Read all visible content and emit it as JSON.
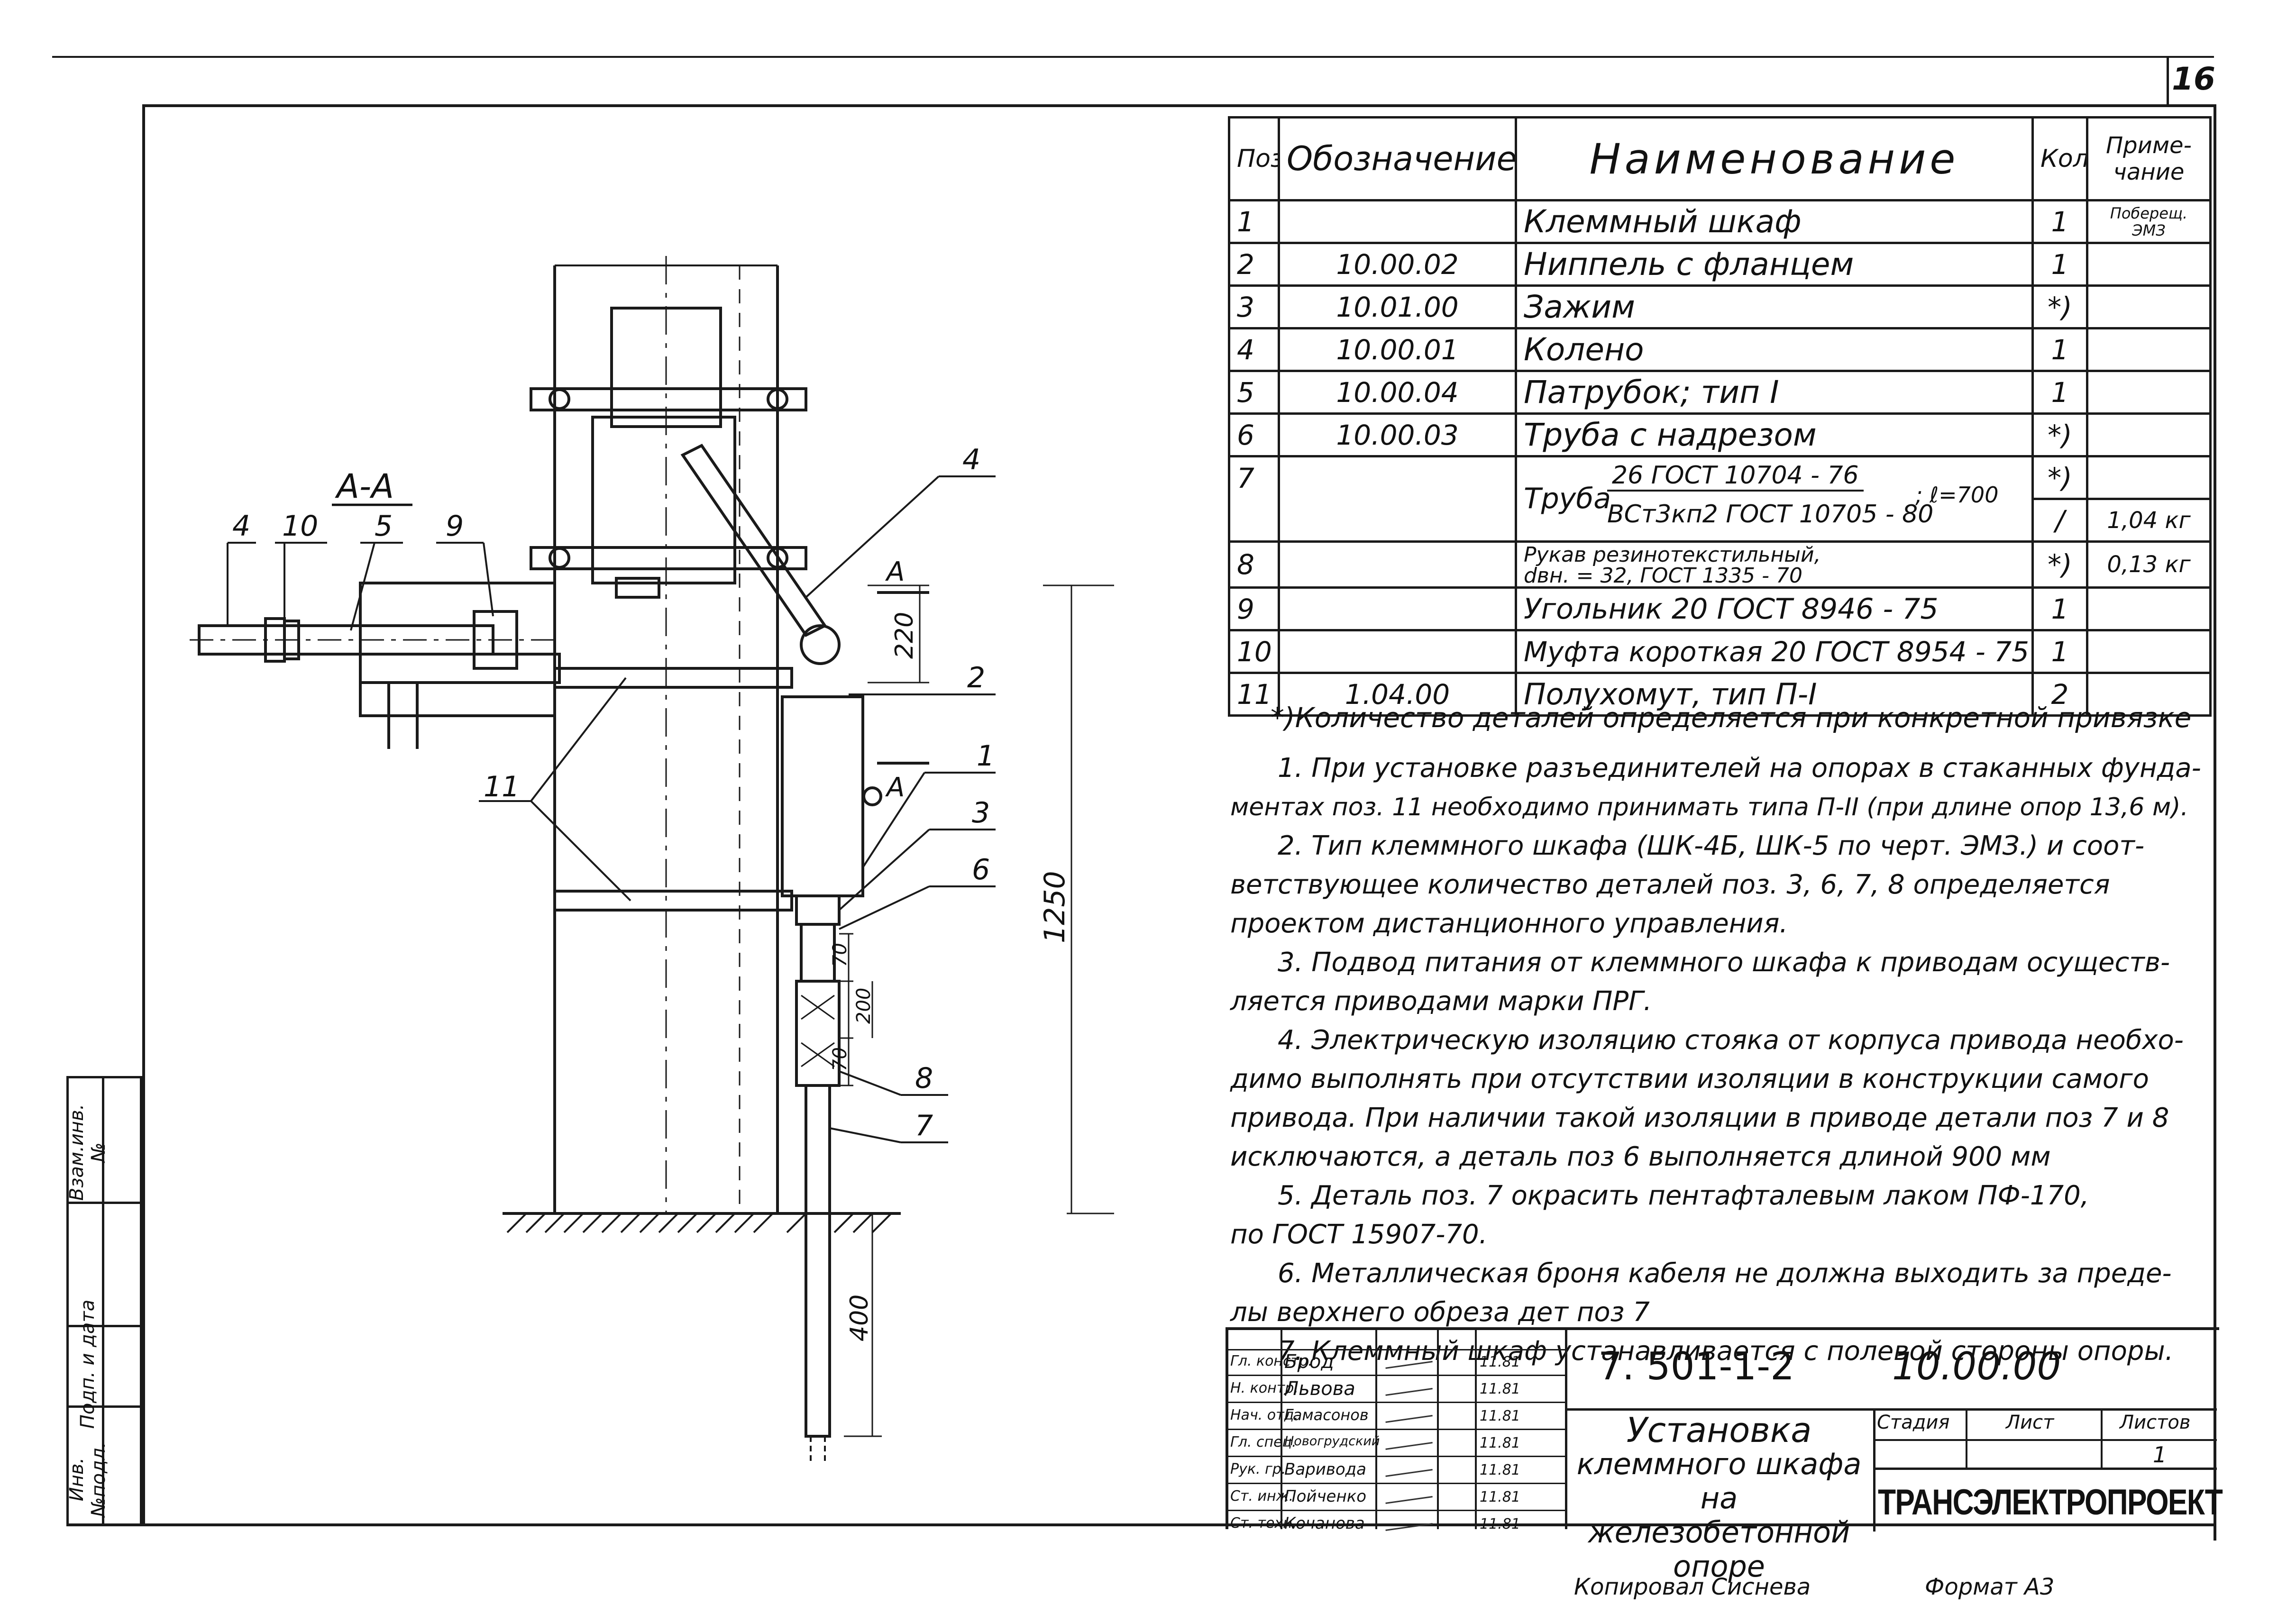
{
  "sheet_number": "16",
  "left_stamp": {
    "inv": "Инв. №подл.",
    "sign_date": "Подп. и дата",
    "replace": "Взам.инв.№"
  },
  "drawing": {
    "section_label": "А-А",
    "section_marks": [
      "А",
      "А"
    ],
    "callouts": [
      "4",
      "10",
      "5",
      "9",
      "4",
      "2",
      "11",
      "1",
      "3",
      "6",
      "8",
      "7"
    ],
    "dims": {
      "d220": "220",
      "d1250": "1250",
      "d70a": "70",
      "d200": "200",
      "d70b": "70",
      "d400": "400"
    }
  },
  "spec_table": {
    "headers": {
      "pos": "Поз.",
      "designation": "Обозначение",
      "name": "Наименование",
      "qty": "Кол.",
      "note": "Приме-\nчание"
    },
    "rows": [
      {
        "pos": "1",
        "designation": "",
        "name": "Клеммный шкаф",
        "qty": "1",
        "note": "Поберещ. ЭМЗ"
      },
      {
        "pos": "2",
        "designation": "10.00.02",
        "name": "Ниппель с фланцем",
        "qty": "1",
        "note": ""
      },
      {
        "pos": "3",
        "designation": "10.01.00",
        "name": "Зажим",
        "qty": "*)",
        "note": ""
      },
      {
        "pos": "4",
        "designation": "10.00.01",
        "name": "Колено",
        "qty": "1",
        "note": ""
      },
      {
        "pos": "5",
        "designation": "10.00.04",
        "name": "Патрубок; тип I",
        "qty": "1",
        "note": ""
      },
      {
        "pos": "6",
        "designation": "10.00.03",
        "name": "Труба с надрезом",
        "qty": "*)",
        "note": ""
      },
      {
        "pos": "7",
        "designation": "",
        "name_prefix": "Труба",
        "name_top": "26 ГОСТ 10704 - 76",
        "name_bottom": "ВСт3кп2 ГОСТ 10705 - 80",
        "name_suffix": "; ℓ=700",
        "qty": "*)",
        "qty2": "/",
        "note": "",
        "note2": "1,04 кг"
      },
      {
        "pos": "8",
        "designation": "",
        "name_line1": "Рукав резинотекстильный,",
        "name_line2": "dвн. = 32, ГОСТ 1335 - 70",
        "qty": "*)",
        "note": "0,13 кг"
      },
      {
        "pos": "9",
        "designation": "",
        "name": "Угольник 20 ГОСТ 8946 - 75",
        "qty": "1",
        "note": ""
      },
      {
        "pos": "10",
        "designation": "",
        "name": "Муфта короткая 20 ГОСТ 8954 - 75",
        "qty": "1",
        "note": ""
      },
      {
        "pos": "11",
        "designation": "1.04.00",
        "name": "Полухомут, тип П-I",
        "qty": "2",
        "note": ""
      }
    ],
    "footnote": "*)Количество деталей определяется при конкретной привязке"
  },
  "notes": [
    "1. При установке разъединителей на опорах в стаканных фунда-",
    "ментах поз. 11 необходимо принимать типа П-II (при длине опор 13,6 м).",
    "2. Тип клеммного шкафа (ШК-4Б, ШК-5 по черт. ЭМЗ.) и соот-",
    "ветствующее количество деталей поз. 3, 6, 7, 8 определяется",
    "проектом дистанционного управления.",
    "3. Подвод питания от клеммного шкафа к приводам осуществ-",
    "ляется приводами марки ПРГ.",
    "4. Электрическую изоляцию стояка от корпуса привода необхо-",
    "димо выполнять при отсутствии изоляции в конструкции самого",
    "привода. При наличии такой изоляции в приводе детали поз 7 и 8",
    "исключаются, а деталь поз 6 выполняется длиной 900 мм",
    "5. Деталь поз. 7 окрасить пентафталевым лаком ПФ-170,",
    "по ГОСТ 15907-70.",
    "6. Металлическая броня кабеля не должна выходить за преде-",
    "лы верхнего обреза дет поз 7",
    "7. Клеммный шкаф устанавливается с полевой стороны опоры."
  ],
  "title_block": {
    "doc_code": "7. 501-1-2",
    "drawing_number": "10.00.00",
    "title_lines": [
      "Установка",
      "клеммного шкафа на",
      "железобетонной опоре"
    ],
    "stage_label": "Стадия",
    "sheet_label": "Лист",
    "sheets_label": "Листов",
    "sheets_value": "1",
    "organization": "ТРАНСЭЛЕКТРОПРОЕКТ",
    "signatures": [
      {
        "role": "Гл. констр.",
        "name": "Брод",
        "date": "11.81"
      },
      {
        "role": "Н. контр.",
        "name": "Львова",
        "date": "11.81"
      },
      {
        "role": "Нач. отд.",
        "name": "Гамасонов",
        "date": "11.81"
      },
      {
        "role": "Гл. спец.",
        "name": "Новогрудский",
        "date": "11.81"
      },
      {
        "role": "Рук. гр.",
        "name": "Варивода",
        "date": "11.81"
      },
      {
        "role": "Ст. инж.",
        "name": "Пойченко",
        "date": "11.81"
      },
      {
        "role": "Ст. техн.",
        "name": "Кочанова",
        "date": "11.81"
      }
    ]
  },
  "bottom": {
    "copied": "Копировал Сиснева",
    "format": "Формат А3"
  }
}
